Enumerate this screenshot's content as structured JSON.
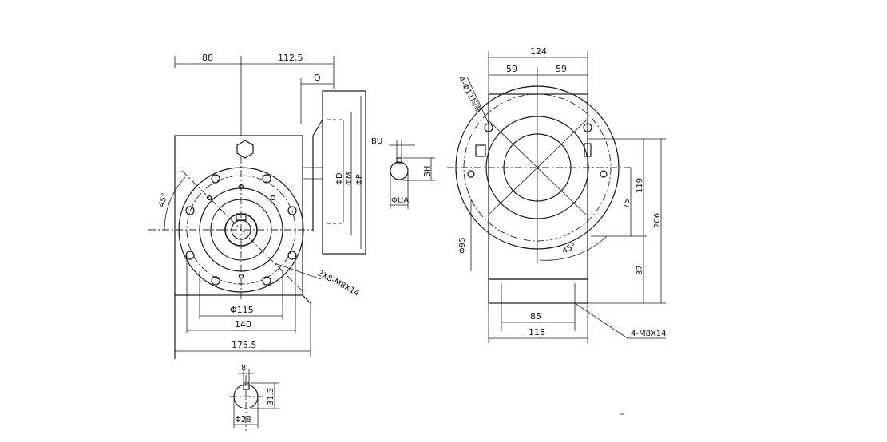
{
  "front_view": {
    "dims": {
      "top_left": "88",
      "top_right": "112.5",
      "q": "Q",
      "d_bore": "ΦD",
      "d_m": "ΦM",
      "d_p": "ΦP",
      "angle": "45°",
      "pcd": "Φ115",
      "width_140": "140",
      "width_175": "175.5",
      "bolt_note": "2X8-M8X14"
    }
  },
  "keyway_detail": {
    "bu": "BU",
    "bh": "BH",
    "dia": "ΦUA"
  },
  "shaft_detail": {
    "key_width": "8",
    "height": "31.3",
    "dia": "Φ28"
  },
  "side_view": {
    "dims": {
      "top_width": "124",
      "half_left": "59",
      "half_right": "59",
      "holes_note": "4-Φ11均布",
      "dia_95": "Φ95",
      "angle": "45°",
      "h119": "119",
      "h75": "75",
      "h206": "206",
      "h87": "87",
      "base_85": "85",
      "base_118": "118",
      "base_note": "4-M8X14"
    }
  }
}
